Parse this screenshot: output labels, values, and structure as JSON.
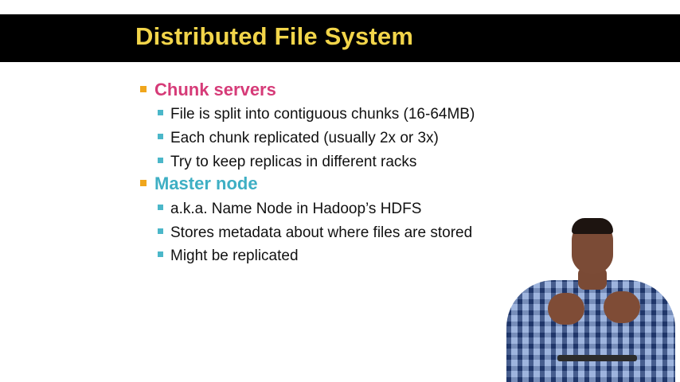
{
  "slide": {
    "title": "Distributed File System",
    "sections": [
      {
        "heading": "Chunk servers",
        "items": [
          "File is split into contiguous chunks (16-64MB)",
          "Each chunk replicated (usually 2x or 3x)",
          "Try to keep replicas in different racks"
        ]
      },
      {
        "heading": "Master node",
        "items": [
          "a.k.a. Name Node in Hadoop’s HDFS",
          "Stores metadata about where files are stored",
          "Might be replicated"
        ]
      }
    ]
  },
  "colors": {
    "title": "#f2d54a",
    "title_bar": "#000000",
    "heading_1": "#d63b78",
    "heading_2": "#3eafc4",
    "bullet_level1": "#f0a61c",
    "bullet_level2": "#4bb7c9"
  }
}
